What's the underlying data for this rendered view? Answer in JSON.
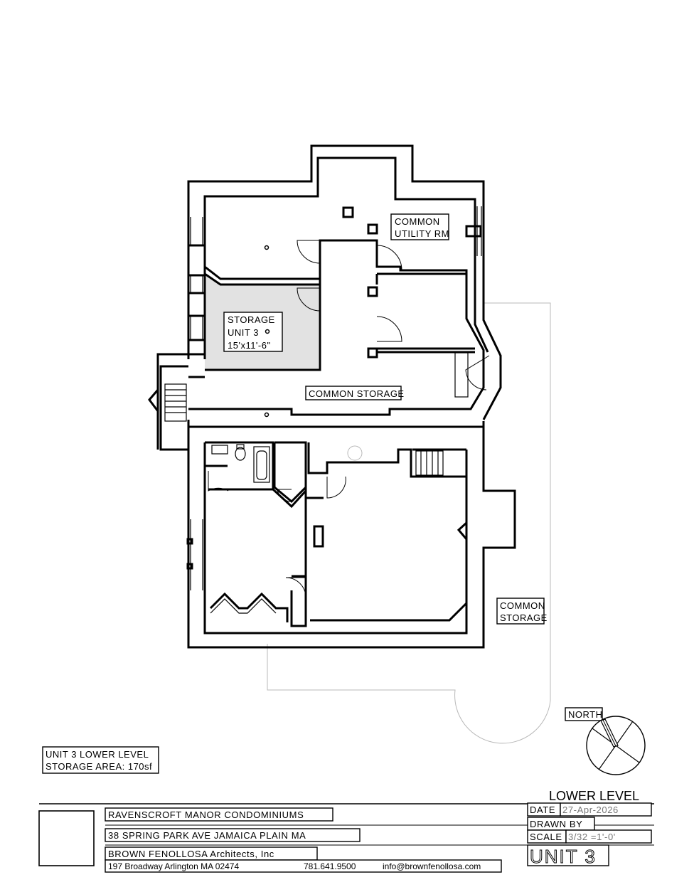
{
  "rooms": {
    "utility": [
      "COMMON",
      "UTILITY RM"
    ],
    "storage_unit": [
      "STORAGE",
      "UNIT 3",
      "15'x11'-6\""
    ],
    "common_storage": "COMMON STORAGE",
    "common_storage_east": [
      "COMMON",
      "STORAGE"
    ]
  },
  "north_label": "NORTH",
  "area_note": [
    "UNIT 3 LOWER LEVEL",
    "STORAGE AREA: 170sf"
  ],
  "title_block": {
    "sheet_title": "LOWER LEVEL",
    "project": "RAVENSCROFT MANOR CONDOMINIUMS",
    "address": "38 SPRING PARK AVE JAMAICA PLAIN MA",
    "firm": "BROWN FENOLLOSA Architects, Inc",
    "firm_address": "197 Broadway Arlington MA 02474",
    "firm_phone": "781.641.9500",
    "firm_email": "info@brownfenollosa.com",
    "date_label": "DATE",
    "date_value": "27-Apr-2026",
    "drawn_label": "DRAWN BY",
    "scale_label": "SCALE",
    "scale_value": "3/32 =1'-0'",
    "unit": "UNIT 3"
  }
}
